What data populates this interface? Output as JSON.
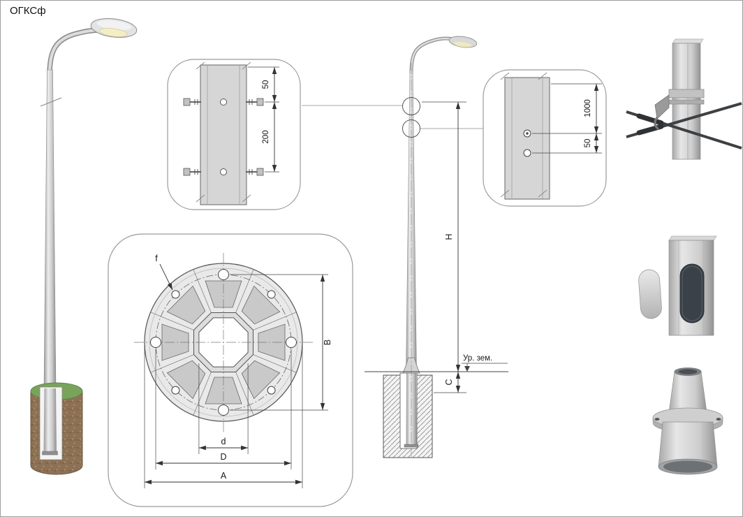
{
  "title": "ОГКСф",
  "callout_top": {
    "dim_upper": "50",
    "dim_lower": "200"
  },
  "callout_side": {
    "dim_upper": "1000",
    "dim_lower": "50"
  },
  "plan": {
    "hole": "f",
    "height": "B",
    "inner": "d",
    "bolt_circle": "D",
    "outer": "A"
  },
  "elevation": {
    "height": "H",
    "embed": "C",
    "ground": "Ур. зем."
  },
  "colors": {
    "outline": "#555555",
    "dim_line": "#333333",
    "metal_light": "#ececec",
    "metal_dark": "#8f8f8f",
    "grass": "#79a35b",
    "soil": "#8d7155",
    "lens": "#f3eec4",
    "cable": "#3d4043"
  }
}
